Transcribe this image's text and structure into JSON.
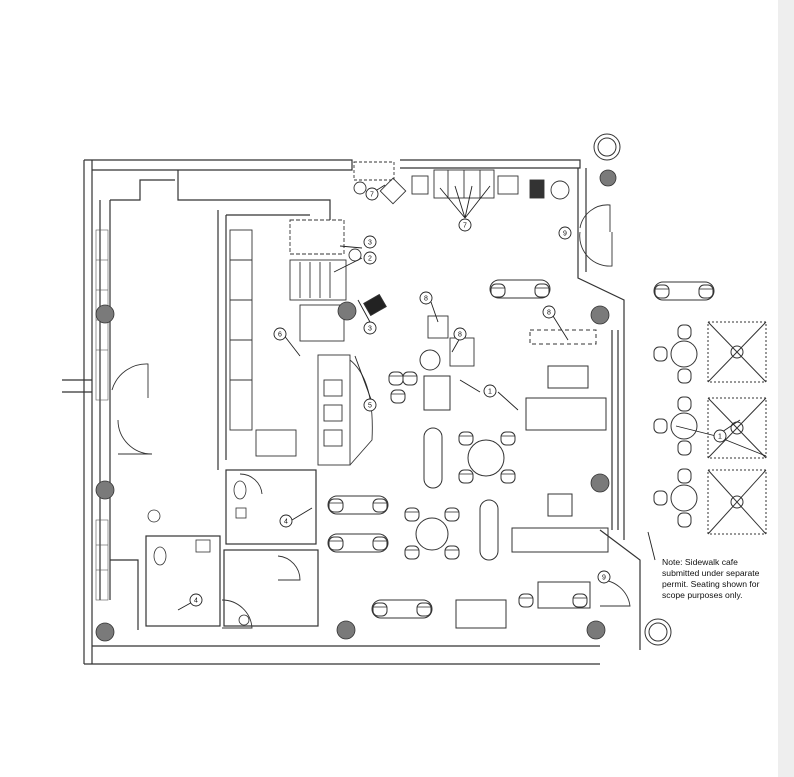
{
  "note": {
    "lines": [
      "Note: Sidewalk cafe",
      "submitted under separate",
      "permit. Seating shown for",
      "scope purposes only."
    ]
  },
  "tags": {
    "t1": "1",
    "t2": "2",
    "t3": "3",
    "t4": "4",
    "t5": "5",
    "t6": "6",
    "t7": "7",
    "t8": "8",
    "t9": "9"
  },
  "colors": {
    "line": "#333333",
    "column": "#7a7a7a",
    "strip": "#eeeeee"
  }
}
